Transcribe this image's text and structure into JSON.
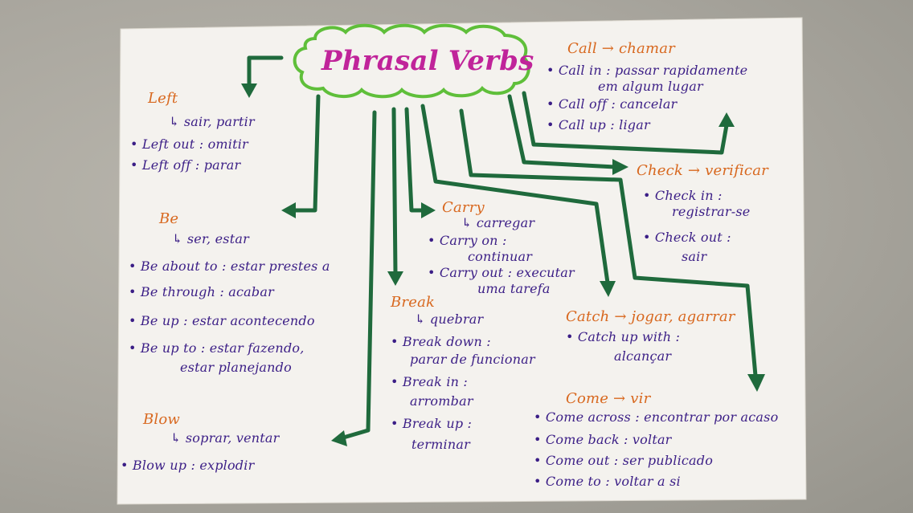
{
  "title": "Phrasal Verbs",
  "colors": {
    "title": "#c0249a",
    "cloud": "#5fbf3a",
    "arrows": "#1f6a3c",
    "heads": "#d8681f",
    "text": "#3b1e86"
  },
  "sections": {
    "left": {
      "head": "Left",
      "def": "↳ sair, partir",
      "items": [
        "• Left out : omitir",
        "• Left off : parar"
      ]
    },
    "be": {
      "head": "Be",
      "def": "↳ ser, estar",
      "items": [
        "• Be about to : estar prestes a",
        "• Be through : acabar",
        "• Be up : estar acontecendo",
        "• Be up to : estar fazendo,",
        "estar planejando"
      ]
    },
    "blow": {
      "head": "Blow",
      "def": "↳ soprar, ventar",
      "items": [
        "• Blow up : explodir"
      ]
    },
    "call": {
      "head": "Call → chamar",
      "items": [
        "• Call in : passar rapidamente",
        "em algum lugar",
        "• Call off : cancelar",
        "• Call up : ligar"
      ]
    },
    "check": {
      "head": "Check → verificar",
      "items": [
        "• Check in :",
        "registrar-se",
        "• Check out :",
        "sair"
      ]
    },
    "carry": {
      "head": "Carry",
      "def": "↳ carregar",
      "items": [
        "• Carry on :",
        "continuar",
        "• Carry out : executar",
        "uma tarefa"
      ]
    },
    "break": {
      "head": "Break",
      "def": "↳ quebrar",
      "items": [
        "• Break down :",
        "parar de funcionar",
        "• Break in :",
        "arrombar",
        "• Break up :",
        "terminar"
      ]
    },
    "catch": {
      "head": "Catch → jogar, agarrar",
      "items": [
        "• Catch up with :",
        "alcançar"
      ]
    },
    "come": {
      "head": "Come → vir",
      "items": [
        "• Come across : encontrar por acaso",
        "• Come back : voltar",
        "• Come out : ser publicado",
        "• Come to : voltar a si"
      ]
    }
  }
}
